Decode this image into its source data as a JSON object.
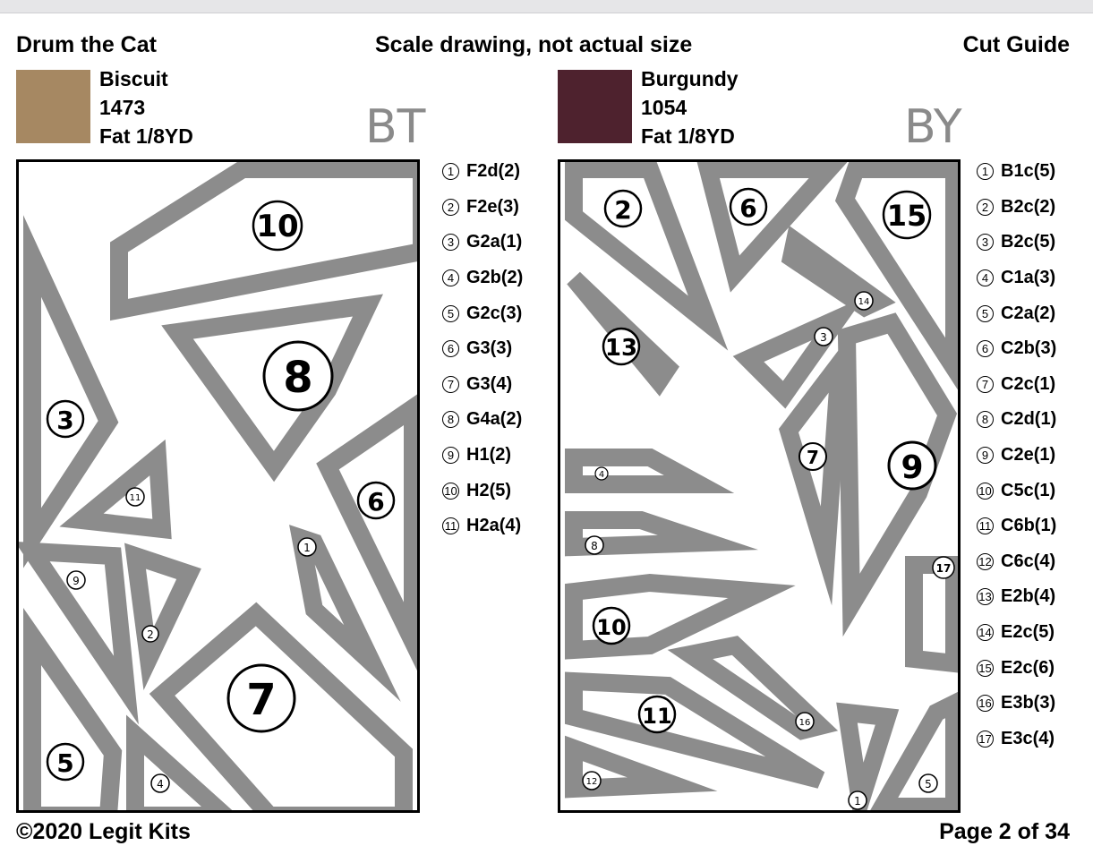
{
  "header": {
    "title": "Drum the Cat",
    "subtitle": "Scale drawing, not actual size",
    "guide": "Cut Guide"
  },
  "footer": {
    "copyright": "©2020 Legit Kits",
    "page": "Page 2 of 34"
  },
  "fabrics": [
    {
      "name": "Biscuit",
      "number": "1473",
      "amount": "Fat 1/8YD",
      "code": "BT",
      "color": "#a68862",
      "pieces": [
        {
          "num": "1",
          "label": "F2d(2)"
        },
        {
          "num": "2",
          "label": "F2e(3)"
        },
        {
          "num": "3",
          "label": "G2a(1)"
        },
        {
          "num": "4",
          "label": "G2b(2)"
        },
        {
          "num": "5",
          "label": "G2c(3)"
        },
        {
          "num": "6",
          "label": "G3(3)"
        },
        {
          "num": "7",
          "label": "G3(4)"
        },
        {
          "num": "8",
          "label": "G4a(2)"
        },
        {
          "num": "9",
          "label": "H1(2)"
        },
        {
          "num": "10",
          "label": "H2(5)"
        },
        {
          "num": "11",
          "label": "H2a(4)"
        }
      ]
    },
    {
      "name": "Burgundy",
      "number": "1054",
      "amount": "Fat 1/8YD",
      "code": "BY",
      "color": "#4e222e",
      "pieces": [
        {
          "num": "1",
          "label": "B1c(5)"
        },
        {
          "num": "2",
          "label": "B2c(2)"
        },
        {
          "num": "3",
          "label": "B2c(5)"
        },
        {
          "num": "4",
          "label": "C1a(3)"
        },
        {
          "num": "5",
          "label": "C2a(2)"
        },
        {
          "num": "6",
          "label": "C2b(3)"
        },
        {
          "num": "7",
          "label": "C2c(1)"
        },
        {
          "num": "8",
          "label": "C2d(1)"
        },
        {
          "num": "9",
          "label": "C2e(1)"
        },
        {
          "num": "10",
          "label": "C5c(1)"
        },
        {
          "num": "11",
          "label": "C6b(1)"
        },
        {
          "num": "12",
          "label": "C6c(4)"
        },
        {
          "num": "13",
          "label": "E2b(4)"
        },
        {
          "num": "14",
          "label": "E2c(5)"
        },
        {
          "num": "15",
          "label": "E2c(6)"
        },
        {
          "num": "16",
          "label": "E3b(3)"
        },
        {
          "num": "17",
          "label": "E3c(4)"
        }
      ]
    }
  ]
}
